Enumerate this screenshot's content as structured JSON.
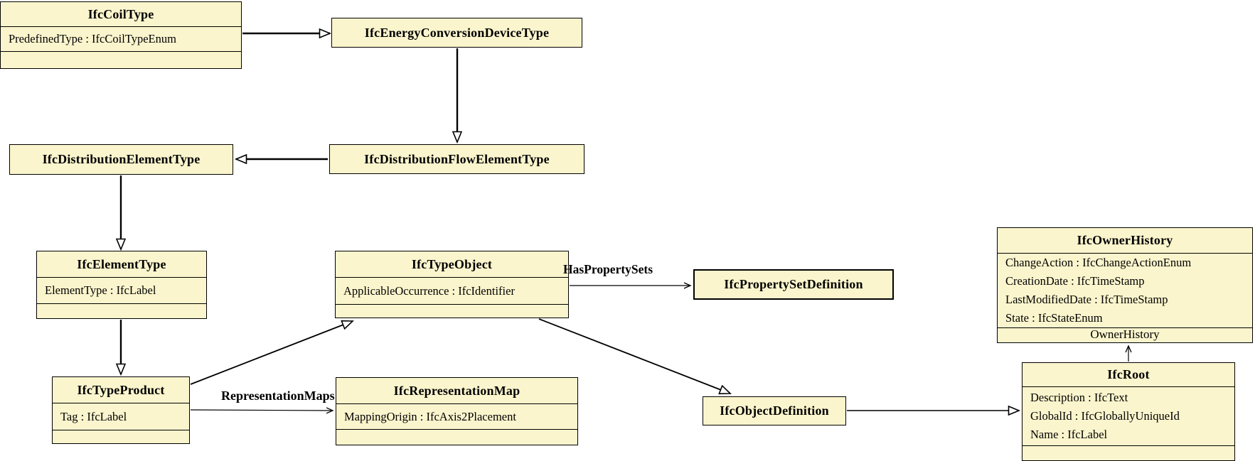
{
  "diagram": {
    "kind": "UML class diagram (IFC schema)",
    "colors": {
      "box_fill": "#fbf5cd",
      "box_border": "#000000",
      "background": "#ffffff",
      "line": "#000000"
    },
    "classes": {
      "coil_type": {
        "title": "IfcCoilType",
        "attributes": [
          "PredefinedType : IfcCoilTypeEnum"
        ]
      },
      "energy_conversion_device_type": {
        "title": "IfcEnergyConversionDeviceType"
      },
      "distribution_element_type": {
        "title": "IfcDistributionElementType"
      },
      "distribution_flow_element_type": {
        "title": "IfcDistributionFlowElementType"
      },
      "element_type": {
        "title": "IfcElementType",
        "attributes": [
          "ElementType : IfcLabel"
        ]
      },
      "type_object": {
        "title": "IfcTypeObject",
        "attributes": [
          "ApplicableOccurrence : IfcIdentifier"
        ]
      },
      "property_set_definition": {
        "title": "IfcPropertySetDefinition"
      },
      "owner_history": {
        "title": "IfcOwnerHistory",
        "attributes": [
          "ChangeAction : IfcChangeActionEnum",
          "CreationDate : IfcTimeStamp",
          "LastModifiedDate : IfcTimeStamp",
          "State : IfcStateEnum"
        ]
      },
      "type_product": {
        "title": "IfcTypeProduct",
        "attributes": [
          "Tag : IfcLabel"
        ]
      },
      "representation_map": {
        "title": "IfcRepresentationMap",
        "attributes": [
          "MappingOrigin : IfcAxis2Placement"
        ]
      },
      "object_definition": {
        "title": "IfcObjectDefinition"
      },
      "root": {
        "title": "IfcRoot",
        "attributes": [
          "Description : IfcText",
          "GlobalId : IfcGloballyUniqueId",
          "Name : IfcLabel"
        ]
      }
    },
    "edge_labels": {
      "has_property_sets": "HasPropertySets",
      "representation_maps": "RepresentationMaps",
      "owner_history": "OwnerHistory"
    }
  }
}
